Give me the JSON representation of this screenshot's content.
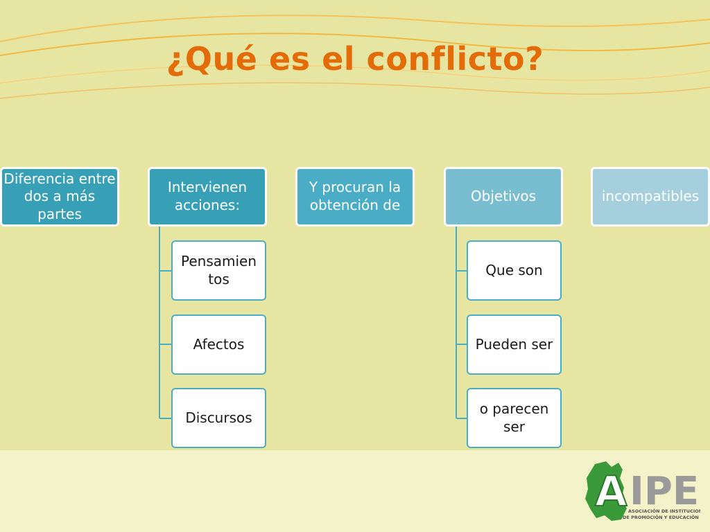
{
  "title": "¿Qué es el conflicto?",
  "colors": {
    "background": "#e6e6a2",
    "title": "#e36c09",
    "box_dark": "#37a0b6",
    "box_mid": "#4bacc6",
    "box_light": "#79bdd0",
    "box_lightest": "#a5cfdc",
    "child_border": "#4bacc6"
  },
  "diagram": {
    "nodes": [
      {
        "label": "Diferencia entre dos a más partes"
      },
      {
        "label": "Intervienen acciones:",
        "children": [
          "Pensamien tos",
          "Afectos",
          "Discursos"
        ]
      },
      {
        "label": "Y procuran la obtención de"
      },
      {
        "label": "Objetivos",
        "children": [
          "Que son",
          "Pueden ser",
          "o parecen ser"
        ]
      },
      {
        "label": "incompatibles"
      }
    ]
  },
  "logo": {
    "name": "AIPE",
    "subtitle_line1": "ASOCIACIÓN DE INSTITUCIONES",
    "subtitle_line2": "DE PROMOCIÓN Y EDUCACIÓN"
  }
}
